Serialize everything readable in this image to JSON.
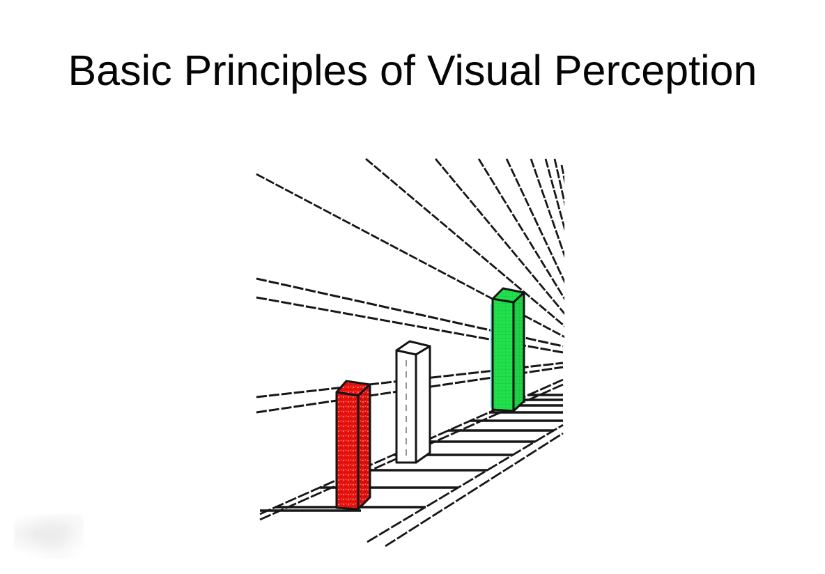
{
  "slide": {
    "title": "Basic Principles of Visual Perception",
    "background": "#ffffff"
  },
  "figure": {
    "kind": "ponzo-perspective-illusion",
    "line_color": "#161616",
    "bars": [
      {
        "name": "near-red-bar",
        "fill": "#e9120d"
      },
      {
        "name": "middle-white-bar",
        "fill": "#ffffff"
      },
      {
        "name": "far-green-bar",
        "fill": "#22e14c"
      }
    ],
    "texture_colors": {
      "red_dot_dark": "#7a0505",
      "red_dot_light": "#ffc9c9",
      "green_grid": "#0fae35",
      "cyan_fringe": "#7deeea"
    }
  }
}
